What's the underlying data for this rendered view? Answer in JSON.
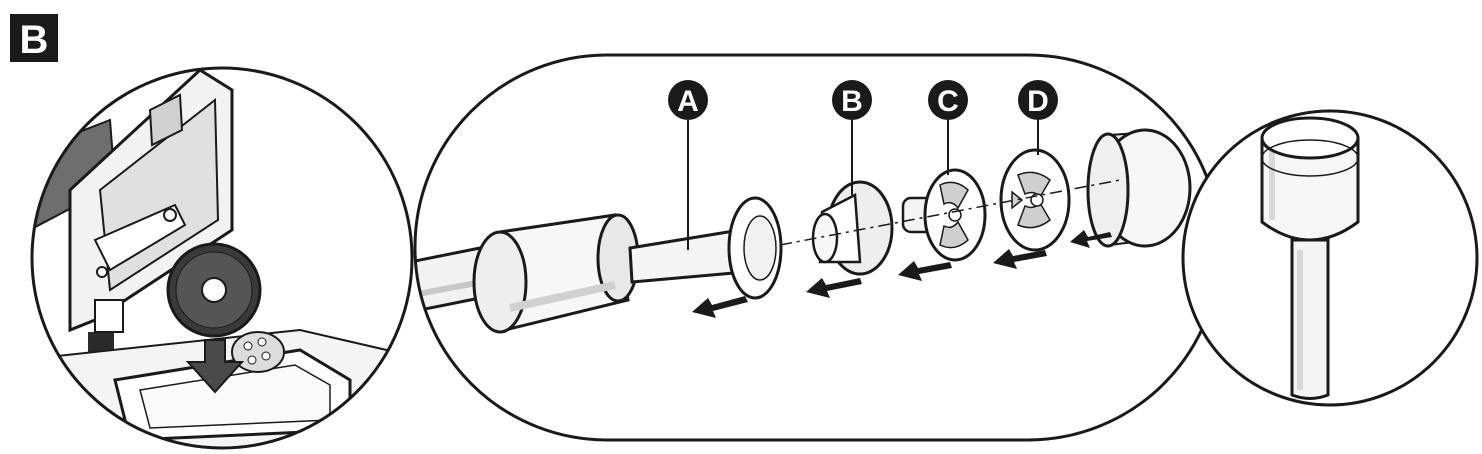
{
  "figure": {
    "panel_label": "B",
    "part_labels": [
      "A",
      "B",
      "C",
      "D"
    ]
  },
  "colors": {
    "ink": "#1a1a1a",
    "paper": "#ffffff",
    "shade_light": "#efefef",
    "shade_mid": "#d6d6d6",
    "shade_dark": "#9a9a9a"
  }
}
